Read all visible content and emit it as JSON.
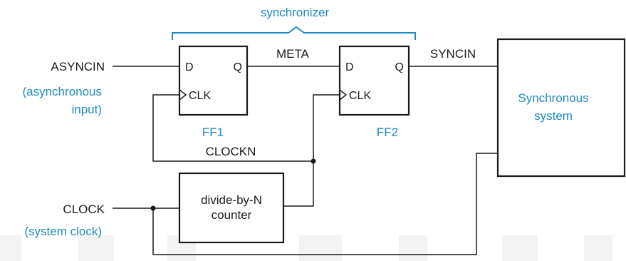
{
  "labels": {
    "synchronizer": "synchronizer",
    "asyncin": "ASYNCIN",
    "asyncin_note_line1": "(asynchronous",
    "asyncin_note_line2": "input)",
    "clock": "CLOCK",
    "clock_note": "(system clock)",
    "meta": "META",
    "syncin": "SYNCIN",
    "clockn": "CLOCKN"
  },
  "ff1": {
    "name": "FF1",
    "d_pin": "D",
    "q_pin": "Q",
    "clk_pin": "CLK"
  },
  "ff2": {
    "name": "FF2",
    "d_pin": "D",
    "q_pin": "Q",
    "clk_pin": "CLK"
  },
  "counter": {
    "line1": "divide-by-N",
    "line2": "counter"
  },
  "sync_system": {
    "line1": "Synchronous",
    "line2": "system"
  },
  "colors": {
    "ink": "#1a1a1a",
    "accent": "#1f8ac0",
    "watermark": "#f2f2f2"
  }
}
